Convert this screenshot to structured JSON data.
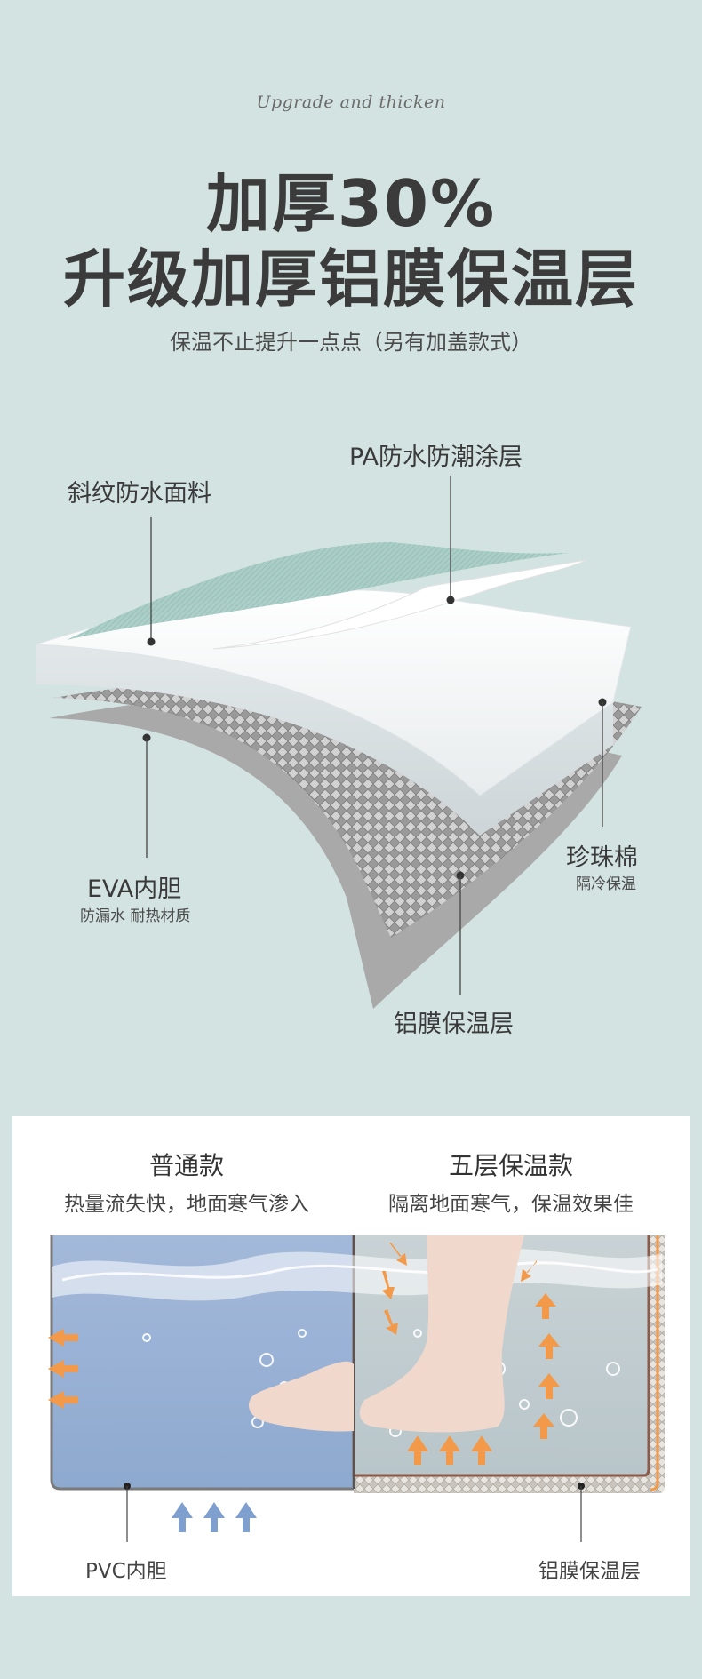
{
  "header": {
    "eyebrow": "Upgrade and thicken",
    "title_line1": "加厚30%",
    "title_line2": "升级加厚铝膜保温层",
    "subtitle": "保温不止提升一点点（另有加盖款式）"
  },
  "layers": {
    "fabric": "斜纹防水面料",
    "coating": "PA防水防潮涂层",
    "eva_title": "EVA内胆",
    "eva_sub": "防漏水 耐热材质",
    "pearl_title": "珍珠棉",
    "pearl_sub": "隔冷保温",
    "foil": "铝膜保温层"
  },
  "comparison": {
    "left": {
      "title": "普通款",
      "desc": "热量流失快，地面寒气渗入",
      "callout": "PVC内胆"
    },
    "right": {
      "title": "五层保温款",
      "desc": "隔离地面寒气，保温效果佳",
      "callout": "铝膜保温层"
    }
  },
  "colors": {
    "background": "#d3e3e1",
    "arrow_orange": "#f39a4a",
    "arrow_blue": "#7f9fcf",
    "water_blue": "#93acd0"
  }
}
